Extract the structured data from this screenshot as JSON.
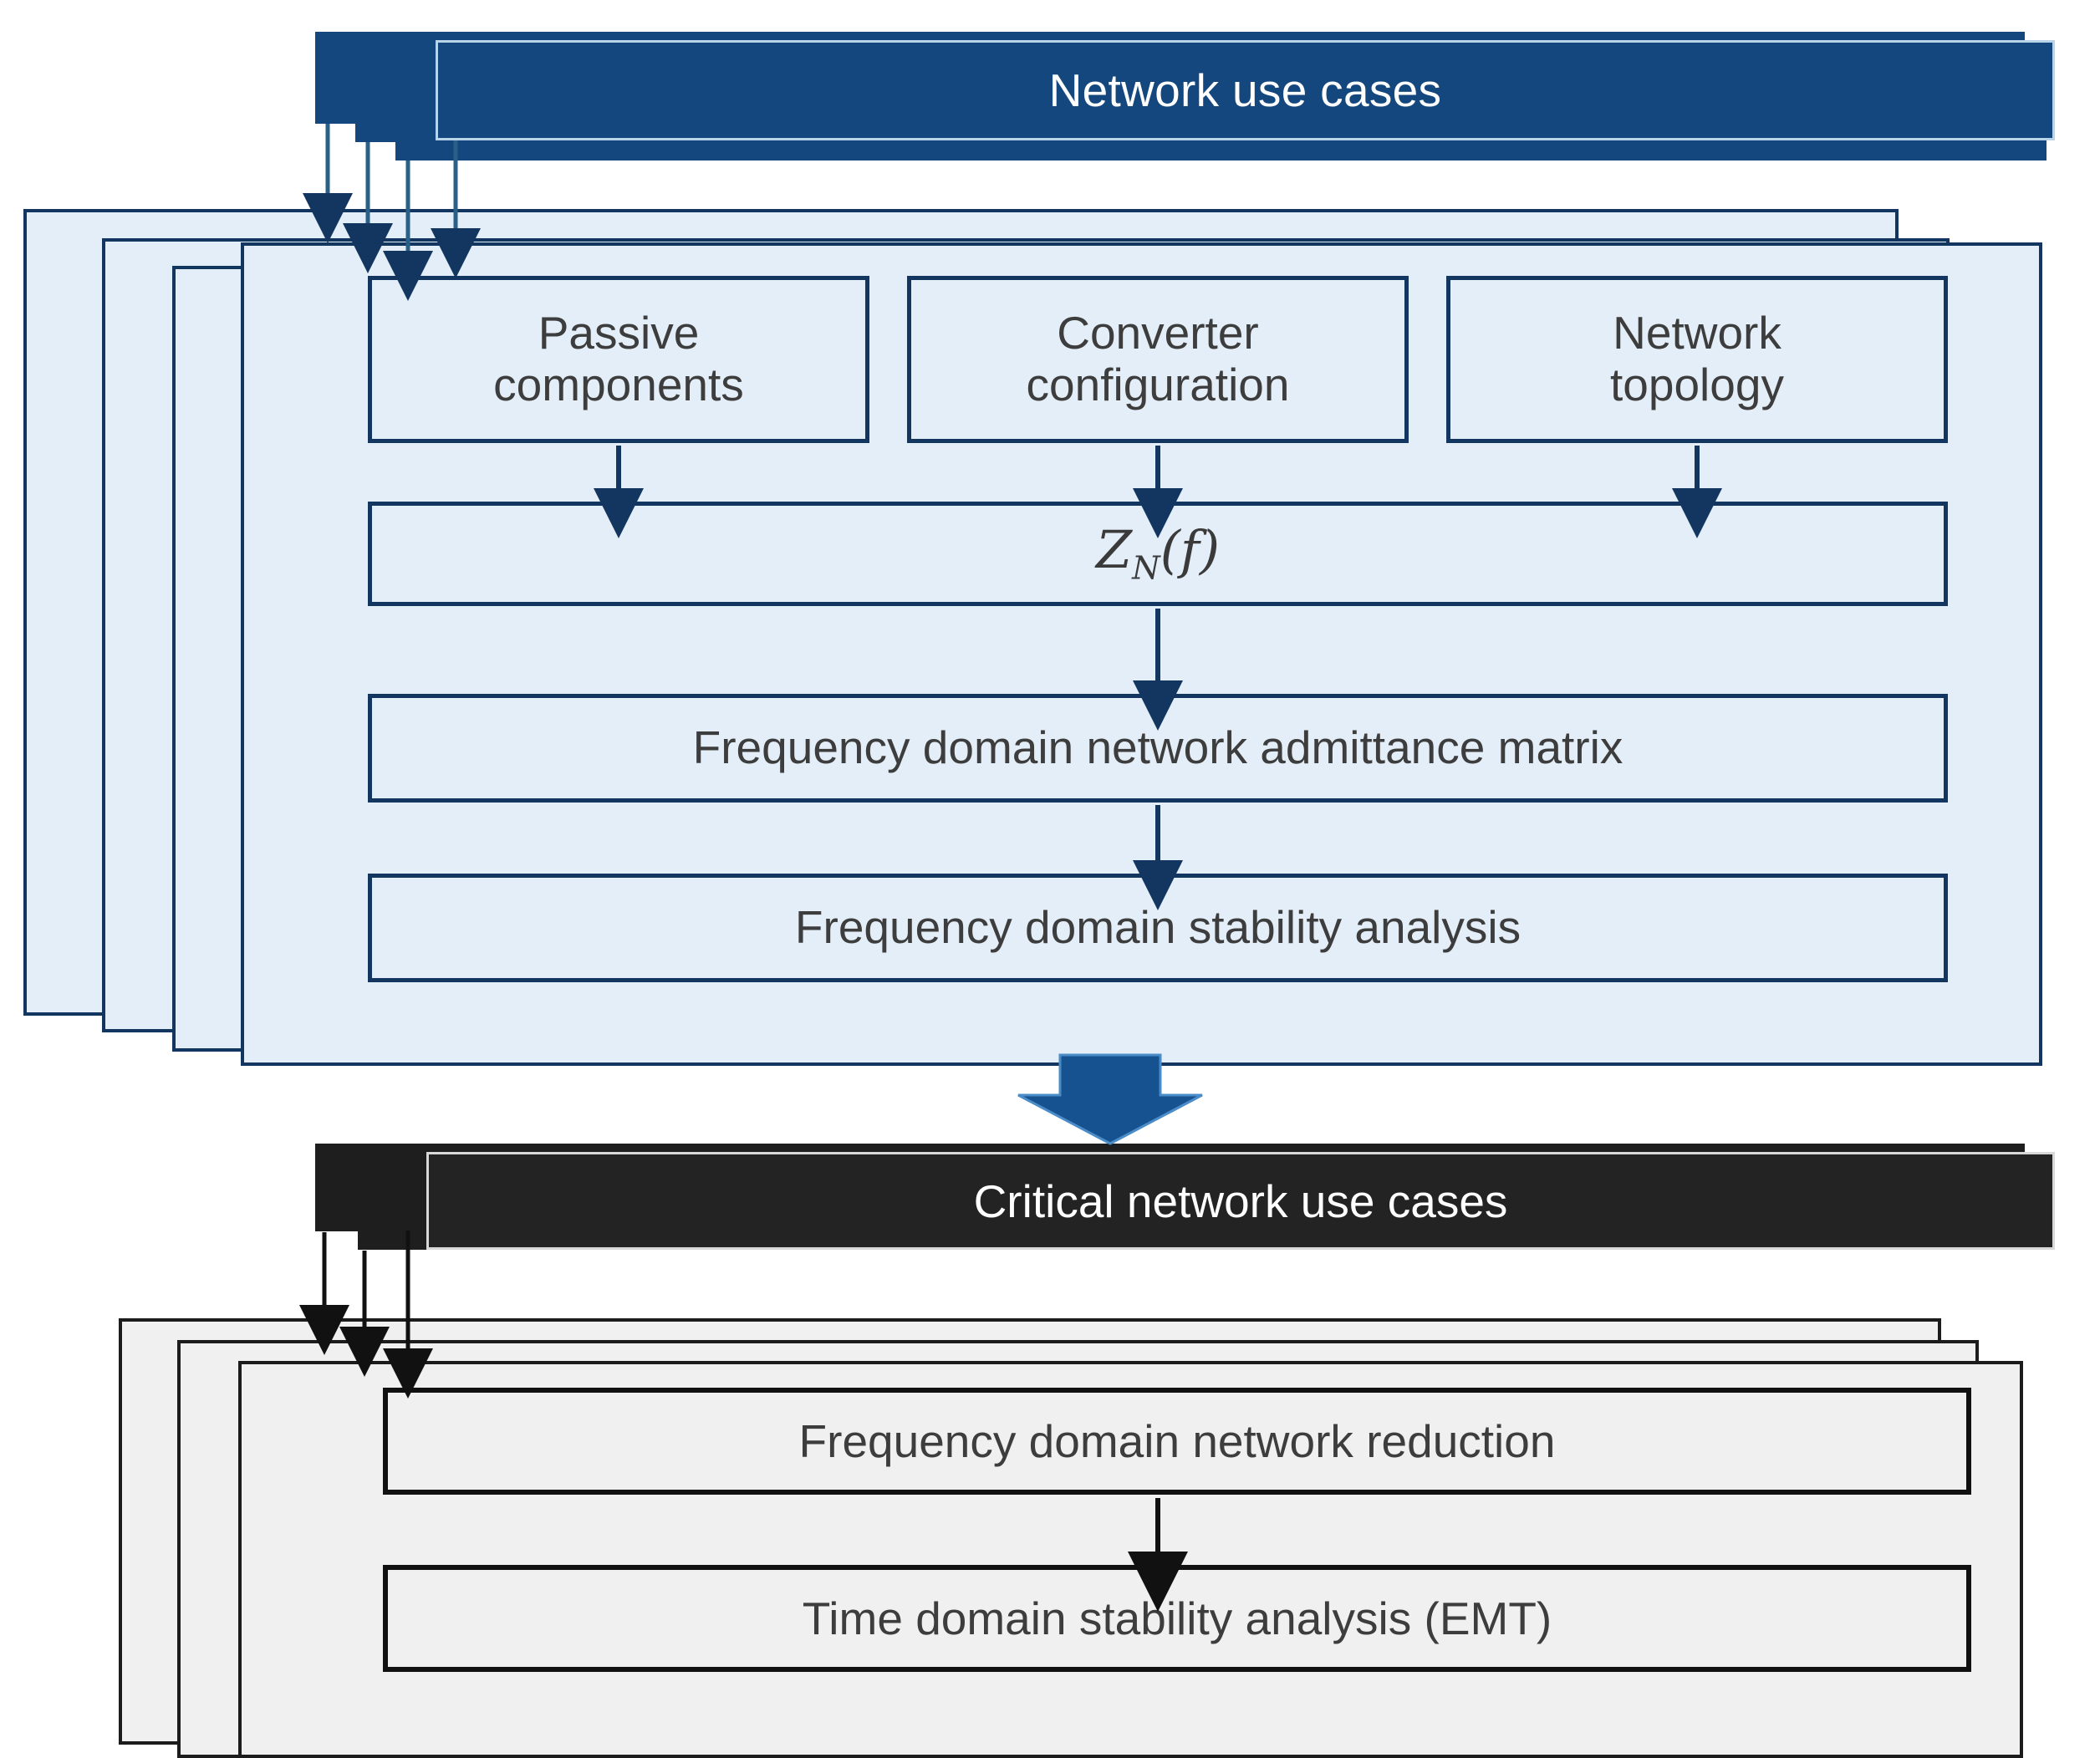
{
  "diagram": {
    "title_top": "Network use cases",
    "title_bottom": "Critical network use cases",
    "colors": {
      "banner_blue": "#14477d",
      "panel_blue_fill": "#e3eef8",
      "panel_blue_border": "#12365f",
      "banner_black": "#232323",
      "panel_gray_fill": "#f0f0f0",
      "panel_gray_border": "#1c1c1c",
      "arrow_blue": "#14477d",
      "arrow_black": "#111111",
      "big_arrow": "#15528f",
      "text_dark": "#3d3d3d",
      "text_light": "#ffffff"
    },
    "top_section": {
      "banner_label": "Network use cases",
      "banner_stack_count": 4,
      "panel_stack_count": 4,
      "input_boxes": [
        {
          "label": "Passive\ncomponents",
          "line1": "Passive",
          "line2": "components"
        },
        {
          "label": "Converter\nconfiguration",
          "line1": "Converter",
          "line2": "configuration"
        },
        {
          "label": "Network\ntopology",
          "line1": "Network",
          "line2": "topology"
        }
      ],
      "pipeline_boxes": [
        {
          "label": "Z_N(f)",
          "math": true,
          "base": "Z",
          "sub": "N",
          "arg": "(f)"
        },
        {
          "label": "Frequency domain network admittance matrix",
          "math": false
        },
        {
          "label": "Frequency domain stability analysis",
          "math": false
        }
      ]
    },
    "transition": {
      "arrow": "big-down-arrow"
    },
    "bottom_section": {
      "banner_label": "Critical network use cases",
      "banner_stack_count": 3,
      "panel_stack_count": 3,
      "pipeline_boxes": [
        {
          "label": "Frequency domain network reduction"
        },
        {
          "label": "Time domain stability analysis (EMT)"
        }
      ]
    }
  }
}
